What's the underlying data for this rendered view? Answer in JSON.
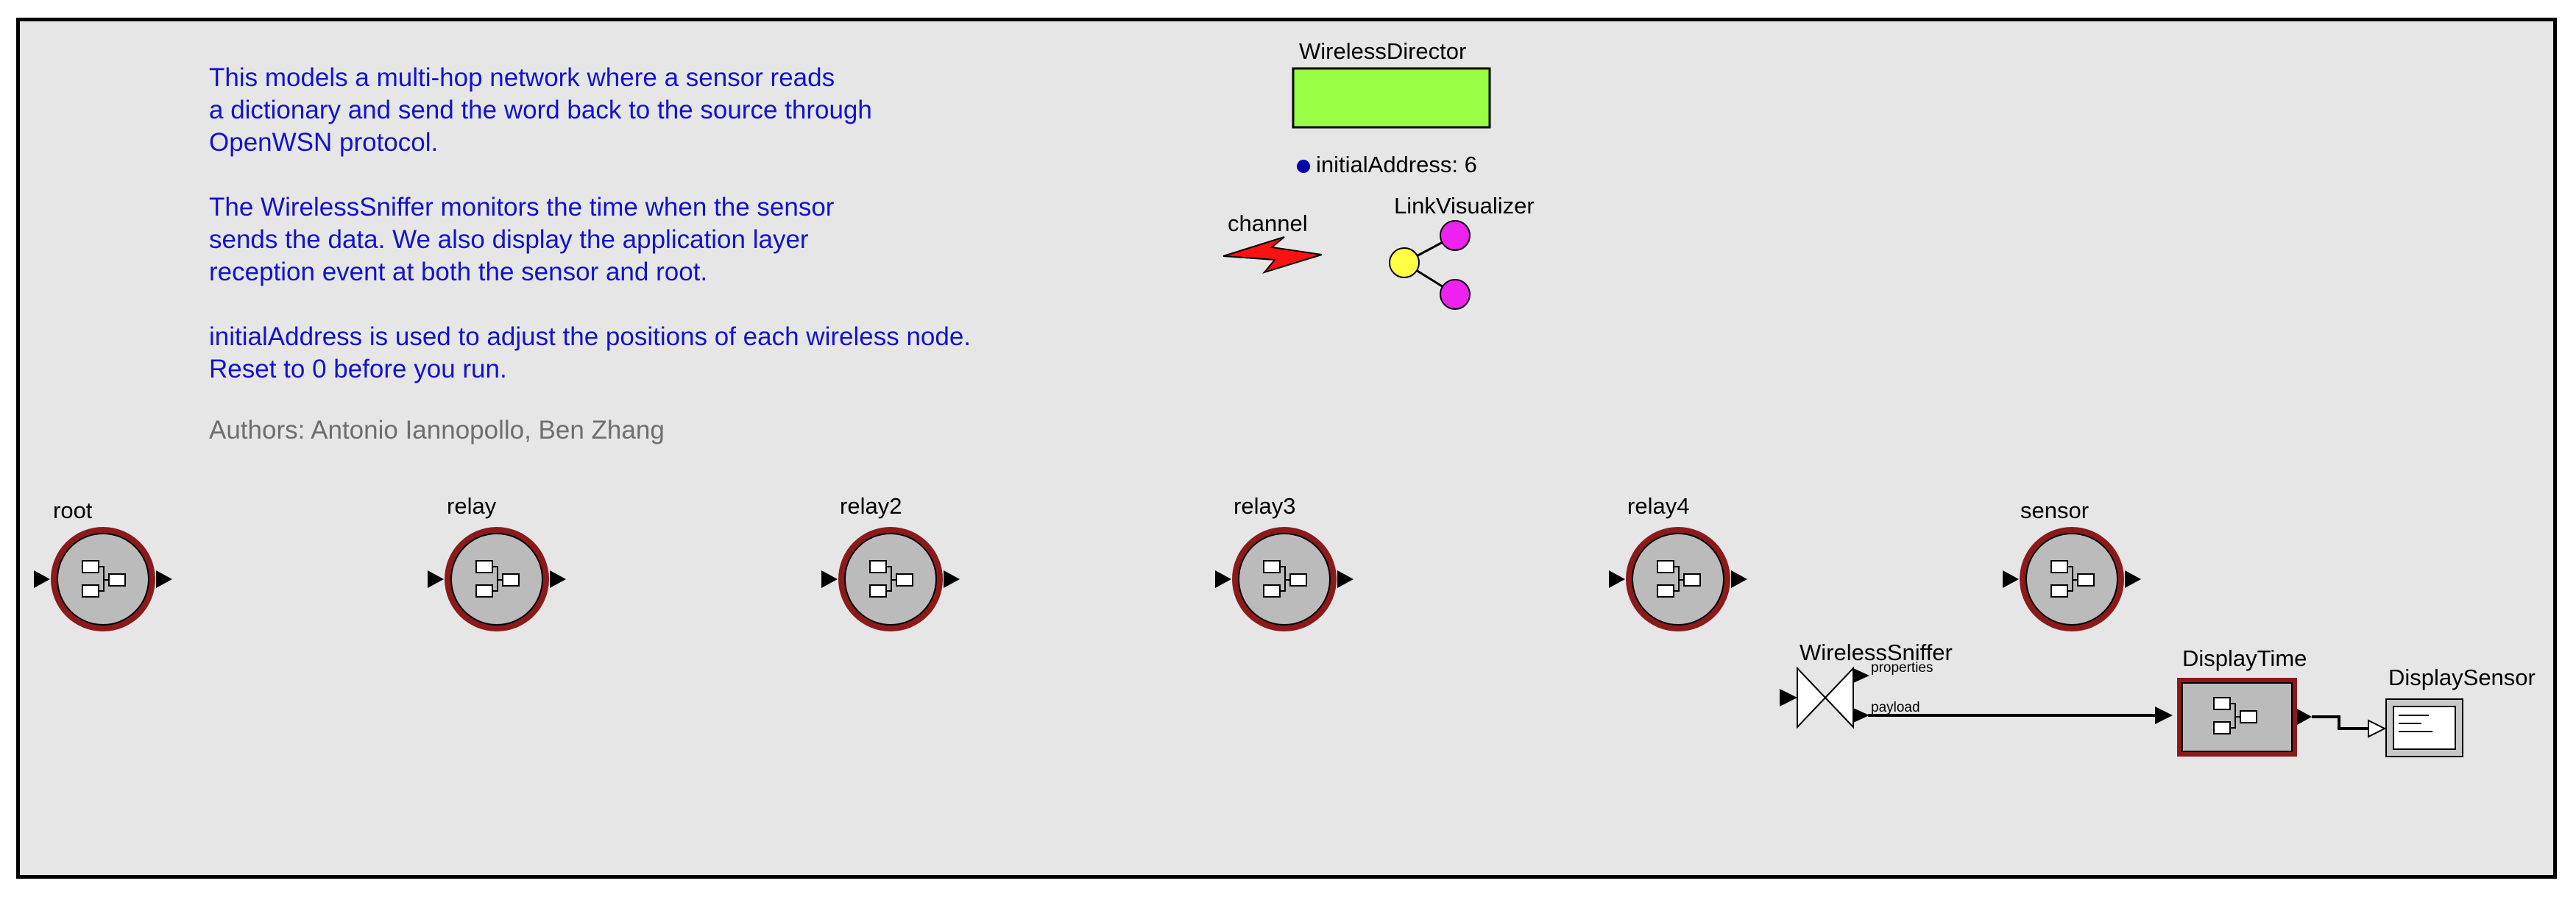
{
  "description": {
    "line1": "This models a multi-hop network where a sensor reads",
    "line2": "a dictionary and send the word back to the source through",
    "line3": "OpenWSN protocol.",
    "line4": "The WirelessSniffer monitors the time when the sensor",
    "line5": "sends the data. We also display the application layer",
    "line6": "reception event at both the sensor and root.",
    "line7": "initialAddress is used to adjust the positions of each wireless node.",
    "line8": "Reset to 0 before you run."
  },
  "authors": "Authors: Antonio Iannopollo, Ben Zhang",
  "director": {
    "label": "WirelessDirector",
    "color": "#99ff44"
  },
  "parameter": {
    "label": "initialAddress: 6",
    "dot_color": "#0000aa"
  },
  "channel": {
    "label": "channel",
    "icon": "lightning-icon"
  },
  "link_visualizer": {
    "label": "LinkVisualizer"
  },
  "nodes": {
    "root": "root",
    "relay": "relay",
    "relay2": "relay2",
    "relay3": "relay3",
    "relay4": "relay4",
    "sensor": "sensor"
  },
  "sniffer": {
    "label": "WirelessSniffer",
    "port_properties": "properties",
    "port_payload": "payload"
  },
  "display_time": {
    "label": "DisplayTime"
  },
  "display_sensor": {
    "label": "DisplaySensor"
  },
  "colors": {
    "canvas_bg": "#e6e6e6",
    "text_blue": "#1212cc",
    "node_ring": "#8b1a1a"
  }
}
